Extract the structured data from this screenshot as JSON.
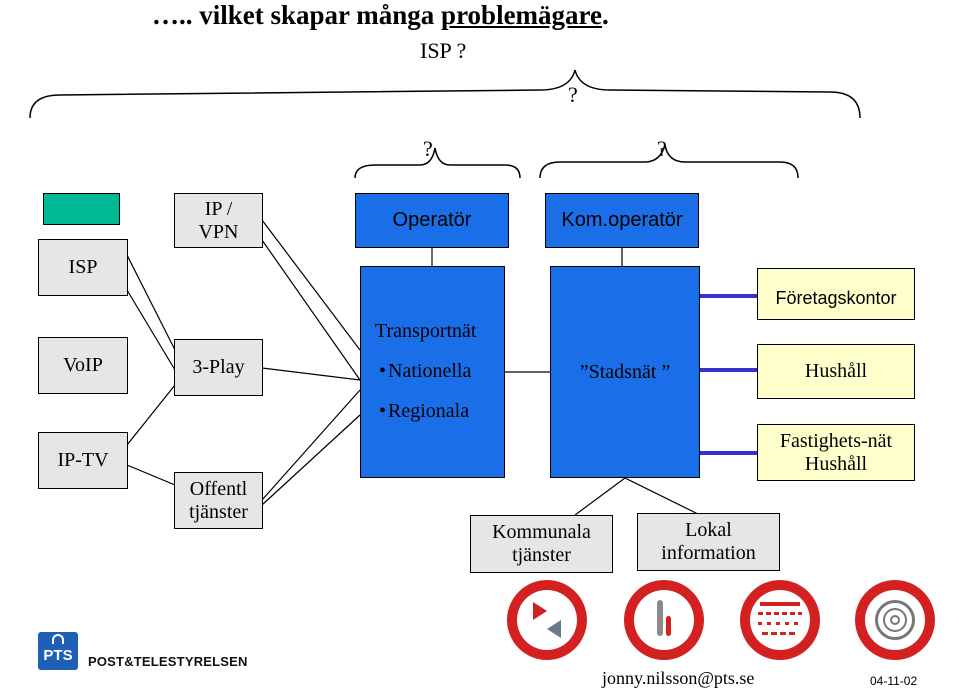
{
  "title": {
    "prefix": "….. vilket skapar många",
    "underlined": "problemägare",
    "suffix": "."
  },
  "question_labels": {
    "isp": "ISP ?",
    "top": "?",
    "left": "?",
    "right": "?"
  },
  "boxes": {
    "isp": "ISP",
    "voip": "VoIP",
    "iptv": "IP-TV",
    "ip_vpn_line1": "IP /",
    "ip_vpn_line2": "VPN",
    "three_play": "3-Play",
    "offentl_line1": "Offentl",
    "offentl_line2": "tjänster",
    "operator": "Operatör",
    "kom_operator": "Kom.operatör",
    "transportnat": "Transportnät",
    "nationella": "Nationella",
    "regionala": "Regionala",
    "stadsnat": "”Stadsnät ”",
    "foretagskontor": "Företagskontor",
    "hushall": "Hushåll",
    "fastighetsnat_line1": "Fastighets-nät",
    "fastighetsnat_line2": "Hushåll",
    "kommunala_line1": "Kommunala",
    "kommunala_line2": "tjänster",
    "lokal_line1": "Lokal",
    "lokal_line2": "information"
  },
  "footer": {
    "logo_text": "PTS",
    "org_name": "POST&TELESTYRELSEN",
    "email": "jonny.nilsson@pts.se",
    "date": "04-11-02"
  },
  "colors": {
    "blue_box": "#1a6fe8",
    "grey_box": "#e6e6e6",
    "yellow_box": "#ffffcc",
    "green_box": "#00b894",
    "connector_blue": "#3333cc",
    "circle_red": "#d32020"
  },
  "icons": {
    "pts_logo": "pts-logo-icon",
    "circle1": "arrows-circle-icon",
    "circle2": "people-circle-icon",
    "circle3": "pixels-circle-icon",
    "circle4": "rings-circle-icon"
  }
}
